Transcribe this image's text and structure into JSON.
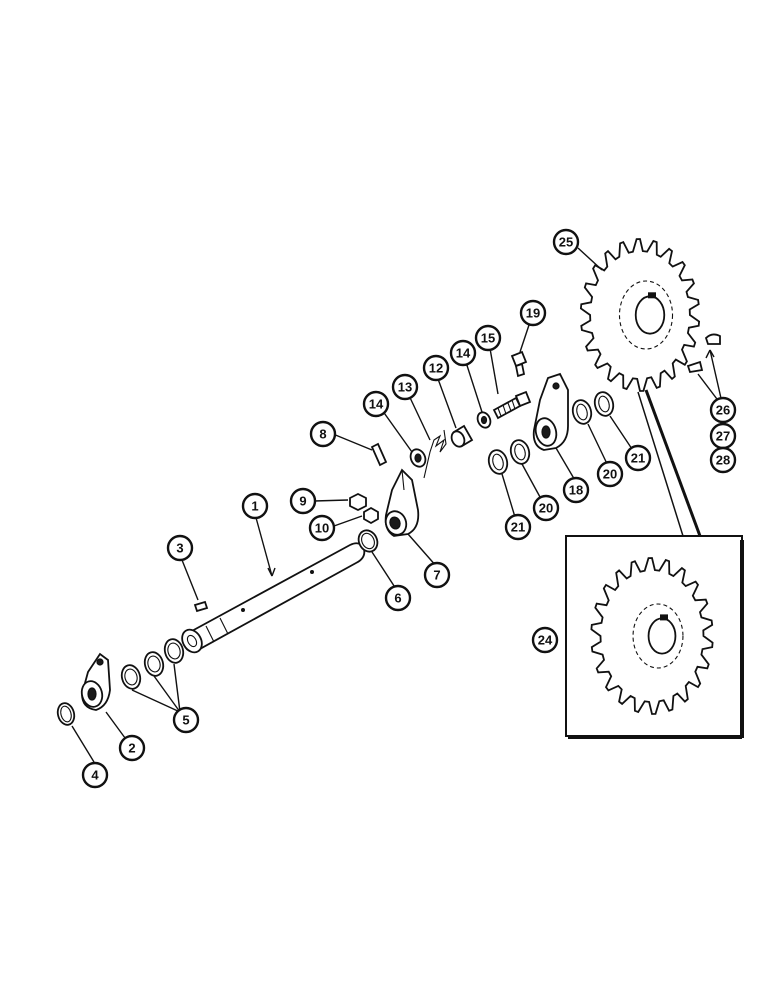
{
  "diagram": {
    "callouts": [
      {
        "id": "c1",
        "label": "1"
      },
      {
        "id": "c2",
        "label": "2"
      },
      {
        "id": "c3",
        "label": "3"
      },
      {
        "id": "c4",
        "label": "4"
      },
      {
        "id": "c5",
        "label": "5"
      },
      {
        "id": "c6",
        "label": "6"
      },
      {
        "id": "c7",
        "label": "7"
      },
      {
        "id": "c8",
        "label": "8"
      },
      {
        "id": "c9",
        "label": "9"
      },
      {
        "id": "c10",
        "label": "10"
      },
      {
        "id": "c12",
        "label": "12"
      },
      {
        "id": "c13",
        "label": "13"
      },
      {
        "id": "c14a",
        "label": "14"
      },
      {
        "id": "c14b",
        "label": "14"
      },
      {
        "id": "c15",
        "label": "15"
      },
      {
        "id": "c18",
        "label": "18"
      },
      {
        "id": "c19",
        "label": "19"
      },
      {
        "id": "c20a",
        "label": "20"
      },
      {
        "id": "c20b",
        "label": "20"
      },
      {
        "id": "c21a",
        "label": "21"
      },
      {
        "id": "c21b",
        "label": "21"
      },
      {
        "id": "c24",
        "label": "24"
      },
      {
        "id": "c25",
        "label": "25"
      },
      {
        "id": "c26",
        "label": "26"
      },
      {
        "id": "c27",
        "label": "27"
      },
      {
        "id": "c28",
        "label": "28"
      }
    ]
  }
}
